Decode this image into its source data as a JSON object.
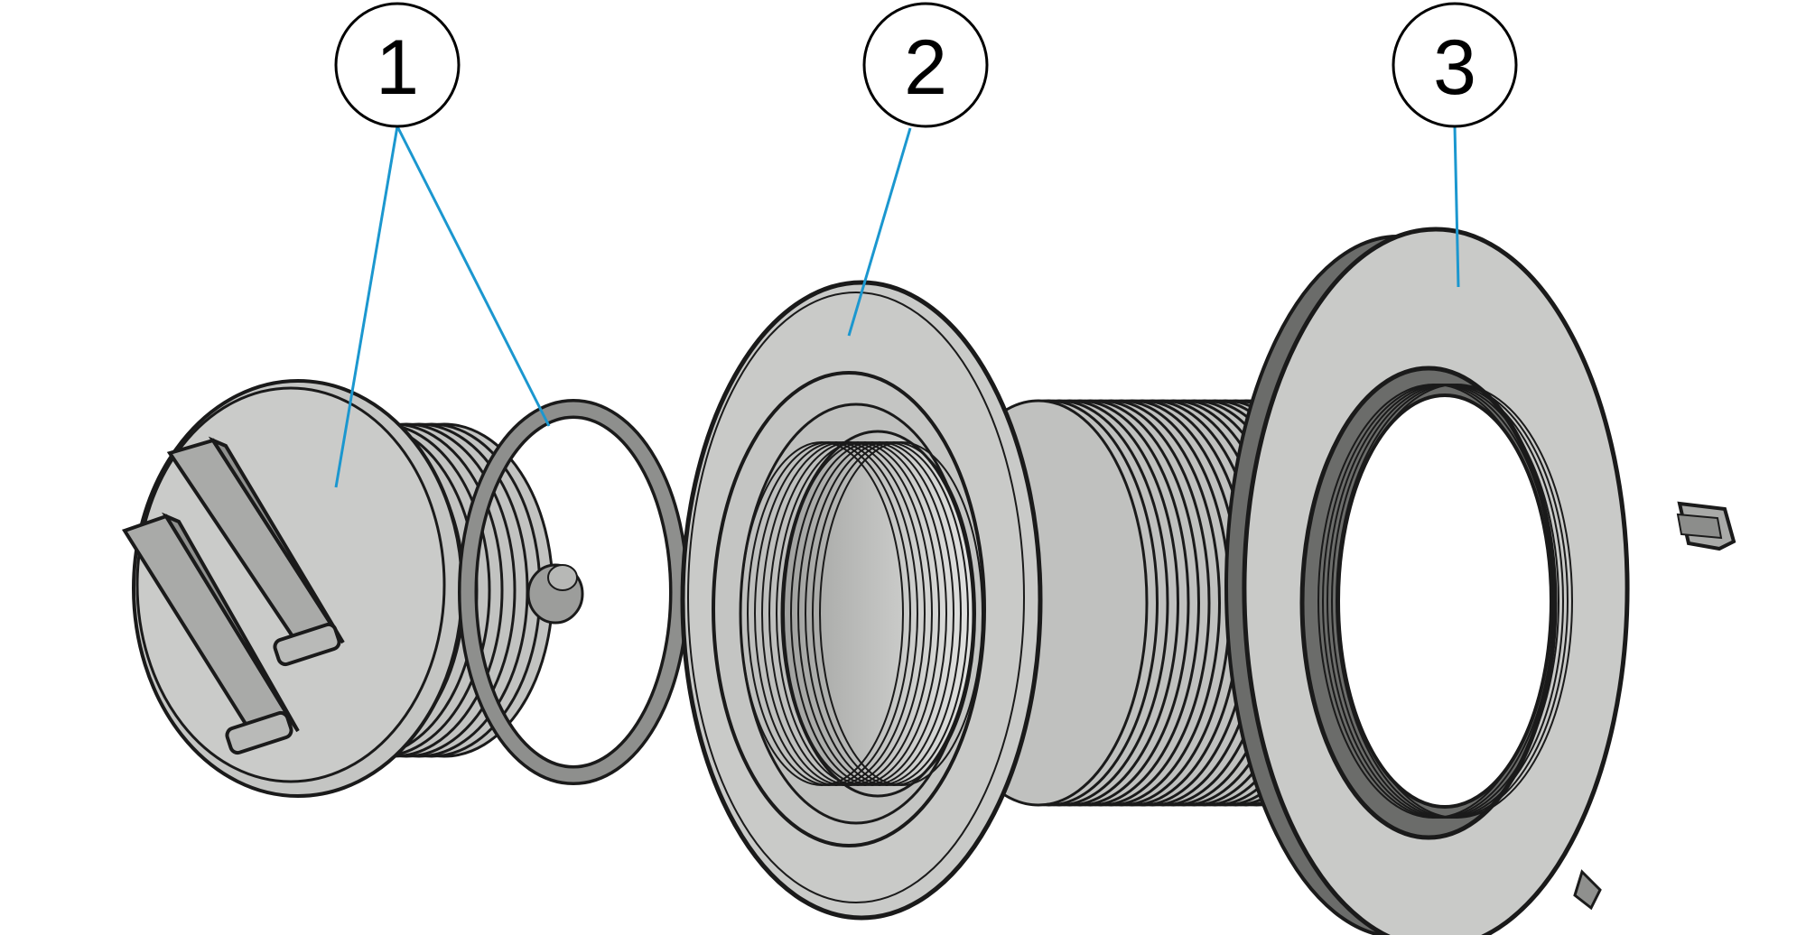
{
  "colors": {
    "part_fill": "#c9cac8",
    "part_dark": "#b4b5b3",
    "part_light": "#d6d7d5",
    "outline": "#1a1a1a",
    "leader_line": "#1b97cf",
    "background": "#ffffff"
  },
  "callouts": [
    {
      "label": "1"
    },
    {
      "label": "2"
    },
    {
      "label": "3"
    }
  ]
}
